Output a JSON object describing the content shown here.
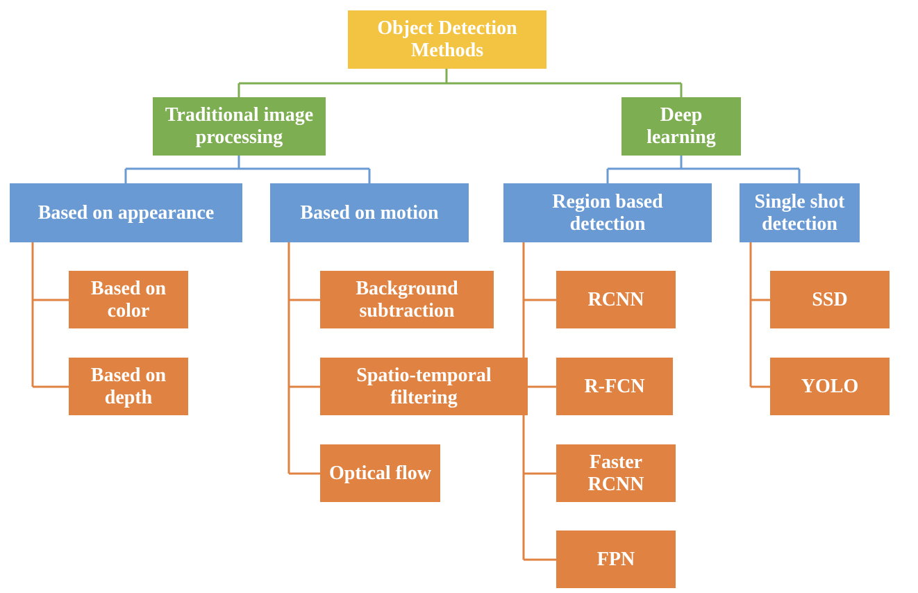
{
  "colors": {
    "root": "#f3c342",
    "level1": "#7dae52",
    "level2": "#6a9ad3",
    "leaf": "#e08342"
  },
  "root": {
    "label": "Object Detection\nMethods"
  },
  "branches": {
    "traditional": {
      "label": "Traditional image\nprocessing",
      "appearance": {
        "label": "Based on appearance",
        "children": [
          "Based on\ncolor",
          "Based on\ndepth"
        ]
      },
      "motion": {
        "label": "Based on motion",
        "children": [
          "Background\nsubtraction",
          "Spatio-temporal\nfiltering",
          "Optical flow"
        ]
      }
    },
    "deep": {
      "label": "Deep\nlearning",
      "region": {
        "label": "Region based\ndetection",
        "children": [
          "RCNN",
          "R-FCN",
          "Faster\nRCNN",
          "FPN"
        ]
      },
      "single": {
        "label": "Single shot\ndetection",
        "children": [
          "SSD",
          "YOLO"
        ]
      }
    }
  }
}
